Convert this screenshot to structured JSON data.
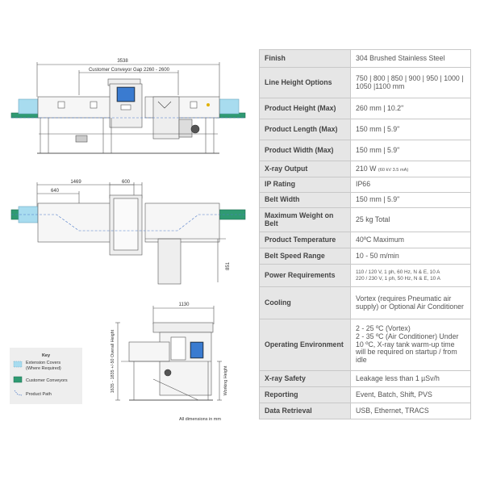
{
  "drawings": {
    "front": {
      "overall_width": "3538",
      "gap_label": "Customer Conveyor Gap 2260 - 2600"
    },
    "top": {
      "dim_1469": "1469",
      "dim_640": "640",
      "dim_600": "600",
      "dim_851": "851"
    },
    "side": {
      "width": "1130",
      "overall_height": "1635 - 1835 +/-50 Overall Height",
      "working_height": "Working Height"
    },
    "key": {
      "title": "Key",
      "items": [
        {
          "label": "Extension Covers",
          "sub": "(Where Required)"
        },
        {
          "label": "Customer Conveyors",
          "sub": ""
        },
        {
          "label": "Product Path",
          "sub": ""
        }
      ]
    },
    "note": "All dimensions in mm"
  },
  "colors": {
    "cover": "#a8dcef",
    "conveyor": "#2f9a72",
    "product_path": "#4a78c8",
    "label_bg": "#e6e6e6"
  },
  "specs": [
    {
      "key": "Finish",
      "value": "304 Brushed Stainless Steel"
    },
    {
      "key": "Line Height Options",
      "value": "750 | 800 | 850 | 900 | 950 | 1000 | 1050 |1100 mm"
    },
    {
      "key": "Product Height (Max)",
      "value": "260 mm | 10.2\""
    },
    {
      "key": "Product Length (Max)",
      "value": "150 mm | 5.9\""
    },
    {
      "key": "Product Width (Max)",
      "value": "150 mm | 5.9\""
    },
    {
      "key": "X-ray Output",
      "value": "210 W",
      "note": "(60 kV 3.5 mA)"
    },
    {
      "key": "IP Rating",
      "value": "IP66"
    },
    {
      "key": "Belt Width",
      "value": "150 mm | 5.9\""
    },
    {
      "key": "Maximum Weight on Belt",
      "value": "25 kg Total"
    },
    {
      "key": "Product Temperature",
      "value": "40ºC Maximum"
    },
    {
      "key": "Belt Speed Range",
      "value": "10 - 50 m/min"
    },
    {
      "key": "Power Requirements",
      "value": "110 / 120 V, 1 ph, 60 Hz, N & E, 10 A",
      "value2": "220 / 230 V, 1 ph, 50 Hz, N & E, 10 A"
    },
    {
      "key": "Cooling",
      "value": "Vortex (requires Pneumatic air supply) or Optional Air Conditioner"
    },
    {
      "key": "Operating Environment",
      "value": "2 - 25 ºC (Vortex)",
      "value2": "2 - 35 ºC (Air Conditioner) Under 10 ºC, X-ray tank warm-up time will be required on startup / from idle"
    },
    {
      "key": "X-ray Safety",
      "value": "Leakage less than 1 µSv/h"
    },
    {
      "key": "Reporting",
      "value": "Event, Batch, Shift, PVS"
    },
    {
      "key": "Data Retrieval",
      "value": "USB, Ethernet, TRACS"
    }
  ]
}
